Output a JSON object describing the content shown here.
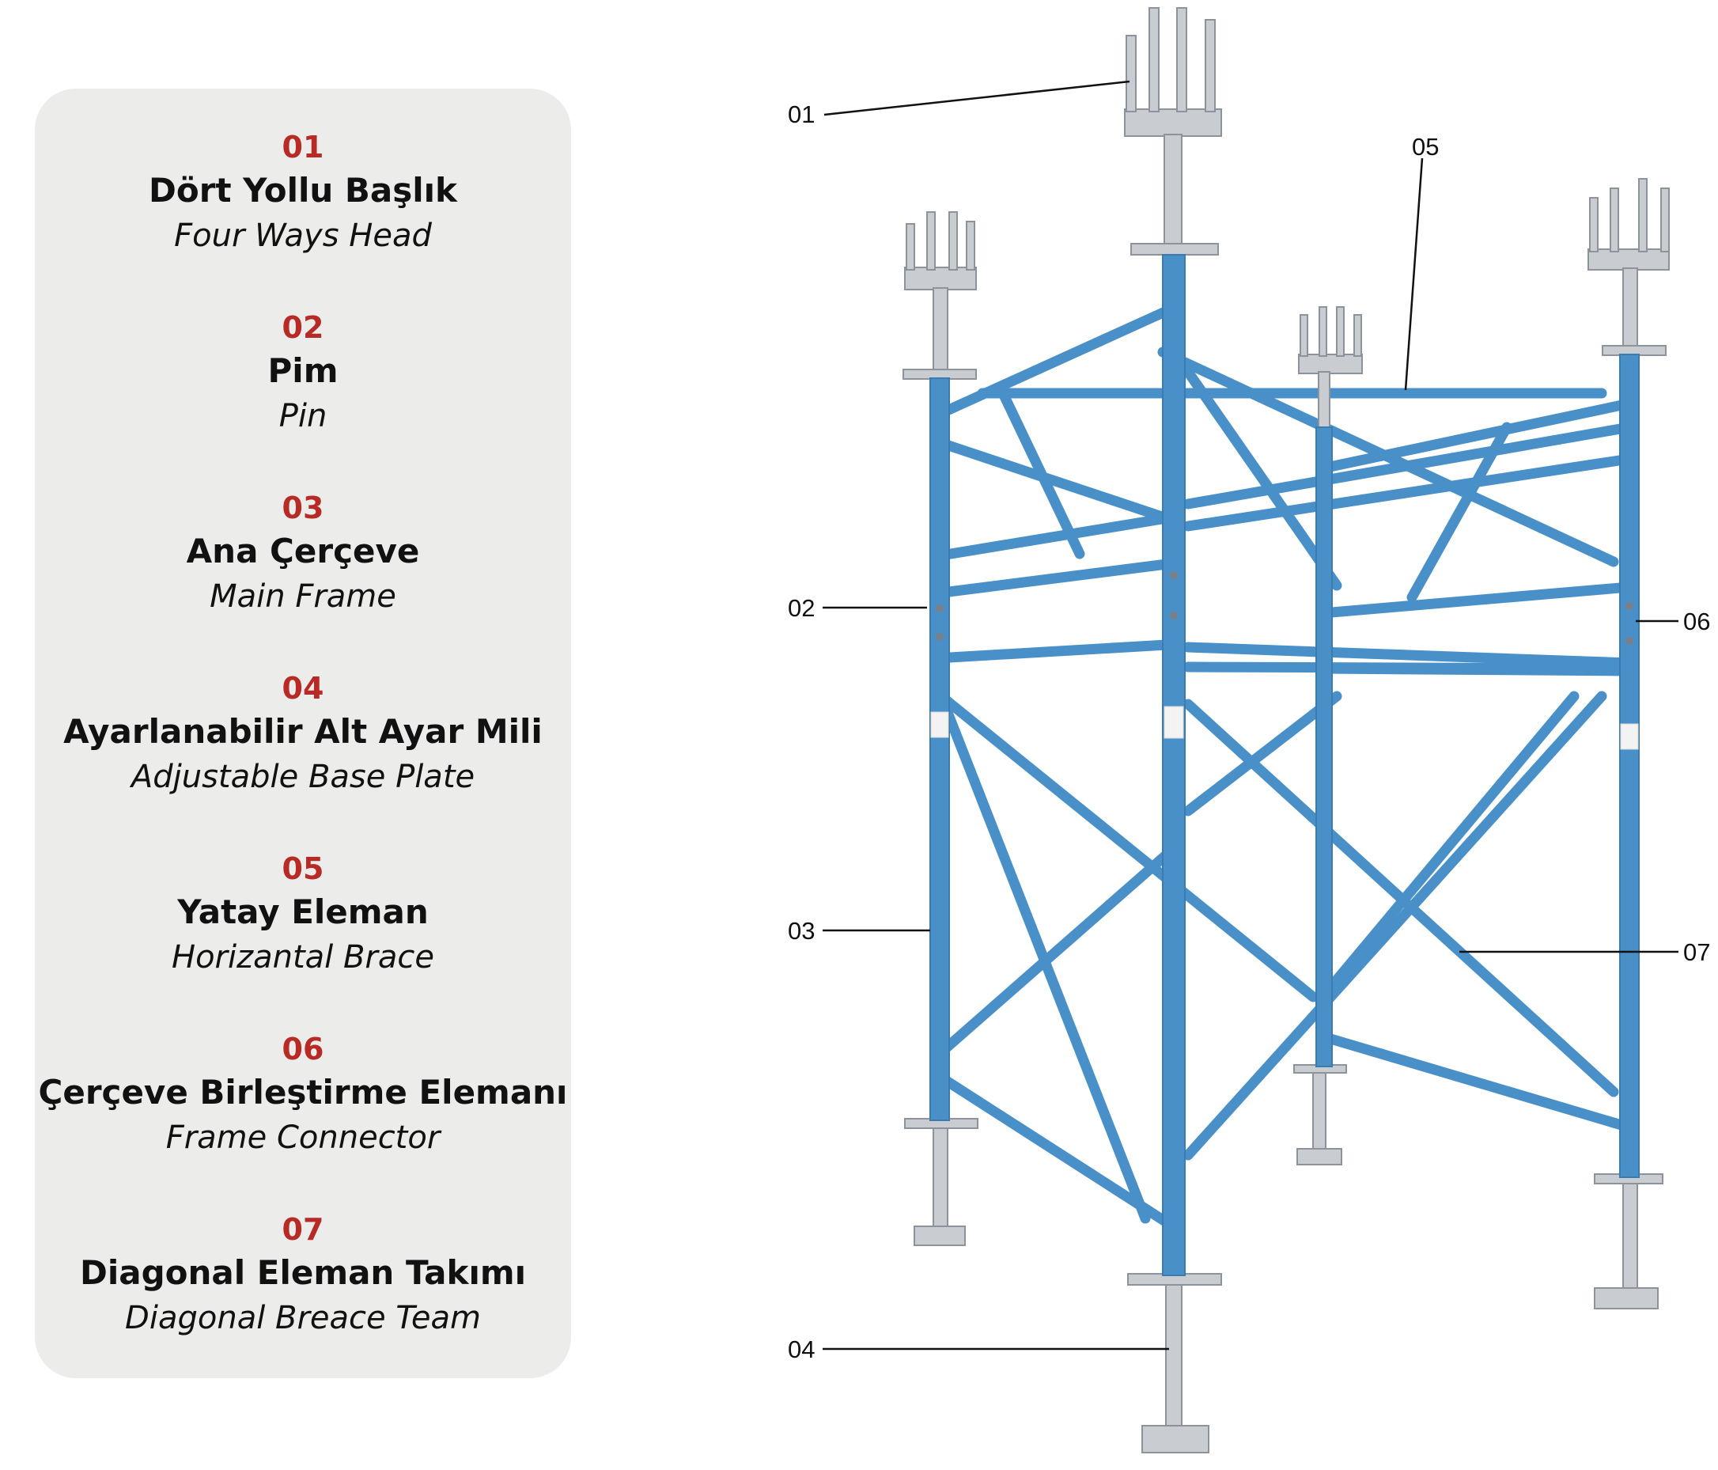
{
  "legend": {
    "items": [
      {
        "number": "01",
        "tr": "Dört Yollu Başlık",
        "en": "Four Ways Head"
      },
      {
        "number": "02",
        "tr": "Pim",
        "en": "Pin"
      },
      {
        "number": "03",
        "tr": "Ana Çerçeve",
        "en": "Main Frame"
      },
      {
        "number": "04",
        "tr": "Ayarlanabilir Alt Ayar Mili",
        "en": "Adjustable Base Plate"
      },
      {
        "number": "05",
        "tr": "Yatay Eleman",
        "en": "Horizantal Brace"
      },
      {
        "number": "06",
        "tr": "Çerçeve Birleştirme Elemanı",
        "en": "Frame Connector"
      },
      {
        "number": "07",
        "tr": "Diagonal Eleman Takımı",
        "en": "Diagonal Breace Team"
      }
    ]
  },
  "callouts": [
    "01",
    "02",
    "03",
    "04",
    "05",
    "06",
    "07"
  ],
  "colors": {
    "accent_number": "#b82a25",
    "panel_background": "#ececeb",
    "frame_blue": "#4a90c8",
    "steel_gray": "#c9cdd2"
  }
}
